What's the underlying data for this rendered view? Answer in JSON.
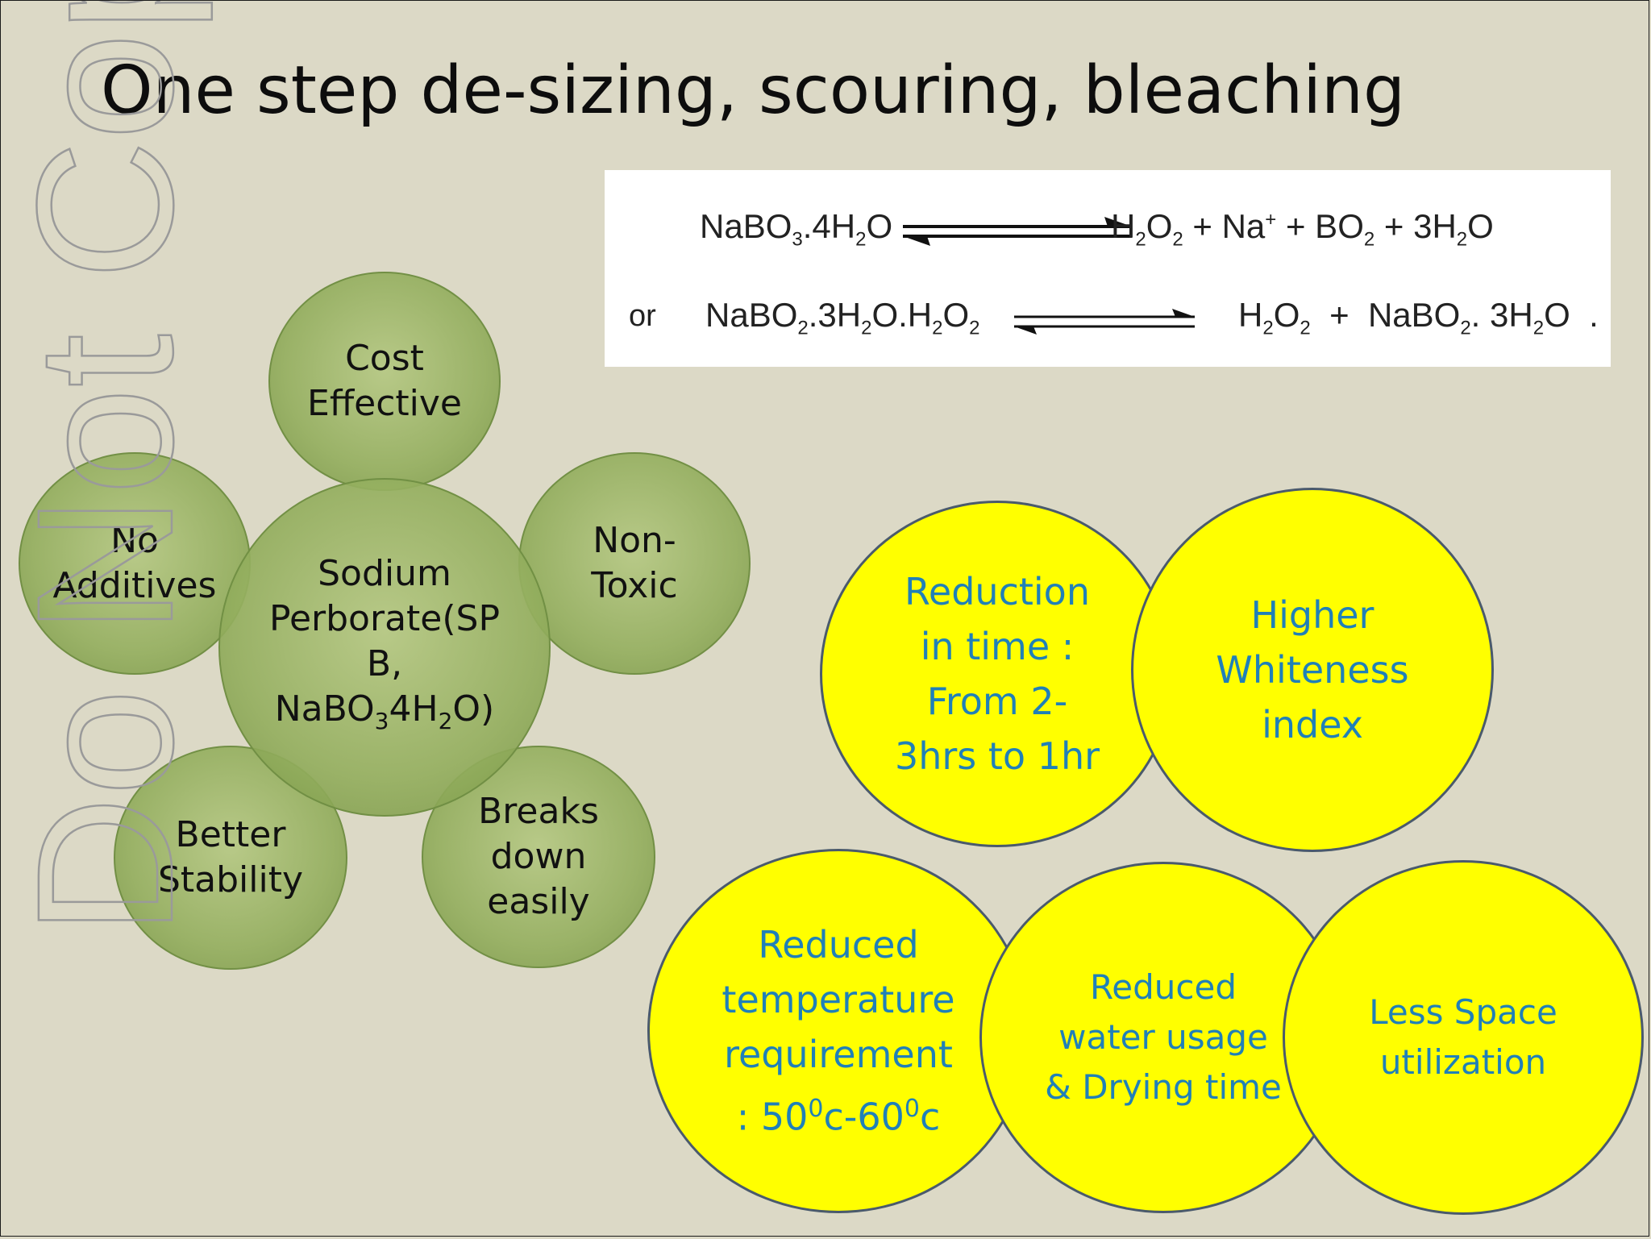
{
  "slide": {
    "title": "One step de-sizing, scouring, bleaching",
    "watermark": "Do Not Copy"
  },
  "equations": {
    "eq1_left": "NaBO3.4H2O",
    "eq1_right": "H2O2 + Na+ + BO2 + 3H2O",
    "eq2_prefix": "or",
    "eq2_left": "NaBO2.3H2O.H2O2",
    "eq2_right": "H2O2 + NaBO2. 3H2O ."
  },
  "properties": {
    "center": "Sodium Perborate(SPB, NaBO34H2O)",
    "center_lines": [
      "Sodium",
      "Perborate(SP",
      "B,"
    ],
    "center_formula": "NaBO34H2O)",
    "top": [
      "Cost",
      "Effective"
    ],
    "right": [
      "Non-",
      "Toxic"
    ],
    "bottom_right": [
      "Breaks",
      "down",
      "easily"
    ],
    "bottom_left": [
      "Better",
      "Stability"
    ],
    "left": [
      "No",
      "Additives"
    ]
  },
  "benefits": {
    "reduction_time": [
      "Reduction",
      "in time :",
      "From 2-",
      "3hrs to 1hr"
    ],
    "whiteness": [
      "Higher",
      "Whiteness",
      "index"
    ],
    "temperature": [
      "Reduced",
      "temperature",
      "requirement"
    ],
    "temperature_range": ": 50⁰c-60⁰c",
    "water": [
      "Reduced",
      "water usage",
      "& Drying time"
    ],
    "space": [
      "Less Space",
      "utilization"
    ]
  },
  "colors": {
    "background": "#dcd9c6",
    "green": "#9ab466",
    "yellow": "#ffff00",
    "benefit_text": "#2080b8"
  }
}
